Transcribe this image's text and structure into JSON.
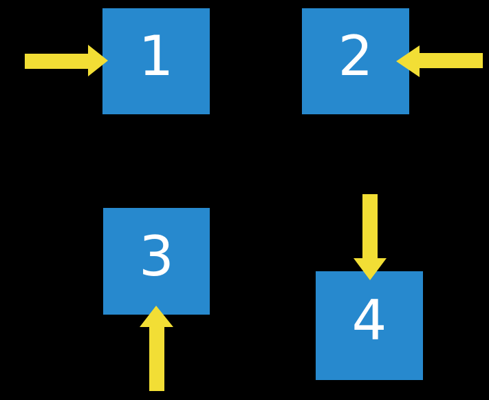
{
  "colors": {
    "background": "#000000",
    "square": "#2789CE",
    "arrow": "#F2DE35",
    "label": "#FFFFFF"
  },
  "squares": [
    {
      "label": "1",
      "arrow": "arrow-pointing-right-from-left"
    },
    {
      "label": "2",
      "arrow": "arrow-pointing-left-from-right"
    },
    {
      "label": "3",
      "arrow": "arrow-pointing-up-from-below"
    },
    {
      "label": "4",
      "arrow": "arrow-pointing-down-from-above"
    }
  ]
}
